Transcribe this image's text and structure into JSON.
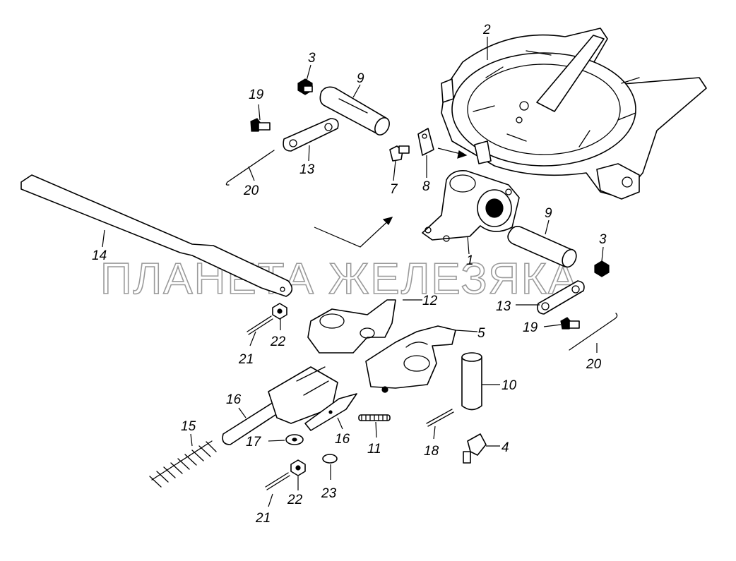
{
  "watermark": "ПЛАНЕТА ЖЕЛЕЗЯКА",
  "callouts": {
    "c2": "2",
    "c3a": "3",
    "c9a": "9",
    "c19a": "19",
    "c13a": "13",
    "c20a": "20",
    "c7": "7",
    "c8": "8",
    "c14": "14",
    "c1": "1",
    "c9b": "9",
    "c3b": "3",
    "c12": "12",
    "c13b": "13",
    "c19b": "19",
    "c20b": "20",
    "c21a": "21",
    "c22a": "22",
    "c5": "5",
    "c10": "10",
    "c16a": "16",
    "c15": "15",
    "c17": "17",
    "c16b": "16",
    "c11": "11",
    "c18": "18",
    "c4": "4",
    "c23": "23",
    "c22b": "22",
    "c21b": "21"
  }
}
